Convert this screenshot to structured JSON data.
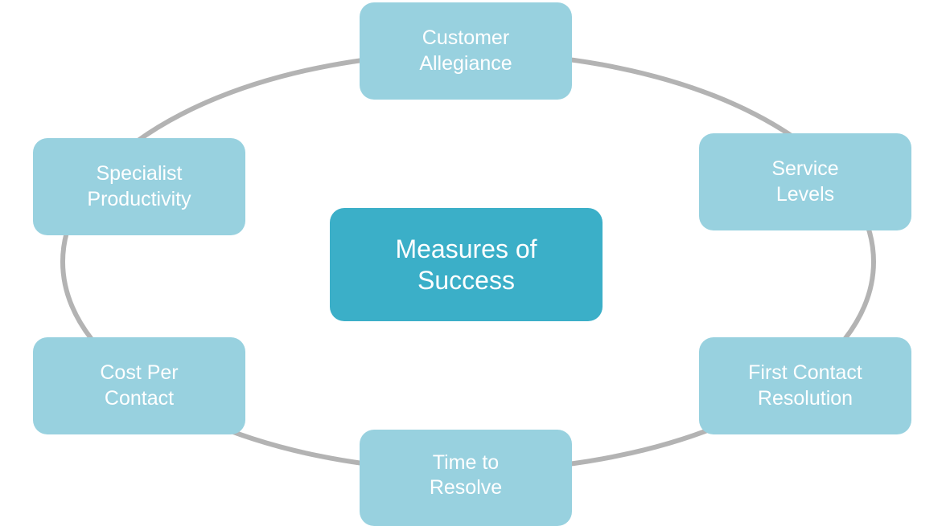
{
  "diagram": {
    "type": "cycle",
    "colors": {
      "center_fill": "#3bafc8",
      "node_fill": "#98d1df",
      "ring_stroke": "#b3b3b3",
      "text": "#ffffff"
    },
    "center": {
      "label": "Measures of\nSuccess"
    },
    "nodes": [
      {
        "id": "customer-allegiance",
        "label": "Customer\nAllegiance"
      },
      {
        "id": "service-levels",
        "label": "Service\nLevels"
      },
      {
        "id": "first-contact-resolution",
        "label": "First Contact\nResolution"
      },
      {
        "id": "time-to-resolve",
        "label": "Time to\nResolve"
      },
      {
        "id": "cost-per-contact",
        "label": "Cost Per\nContact"
      },
      {
        "id": "specialist-productivity",
        "label": "Specialist\nProductivity"
      }
    ]
  }
}
